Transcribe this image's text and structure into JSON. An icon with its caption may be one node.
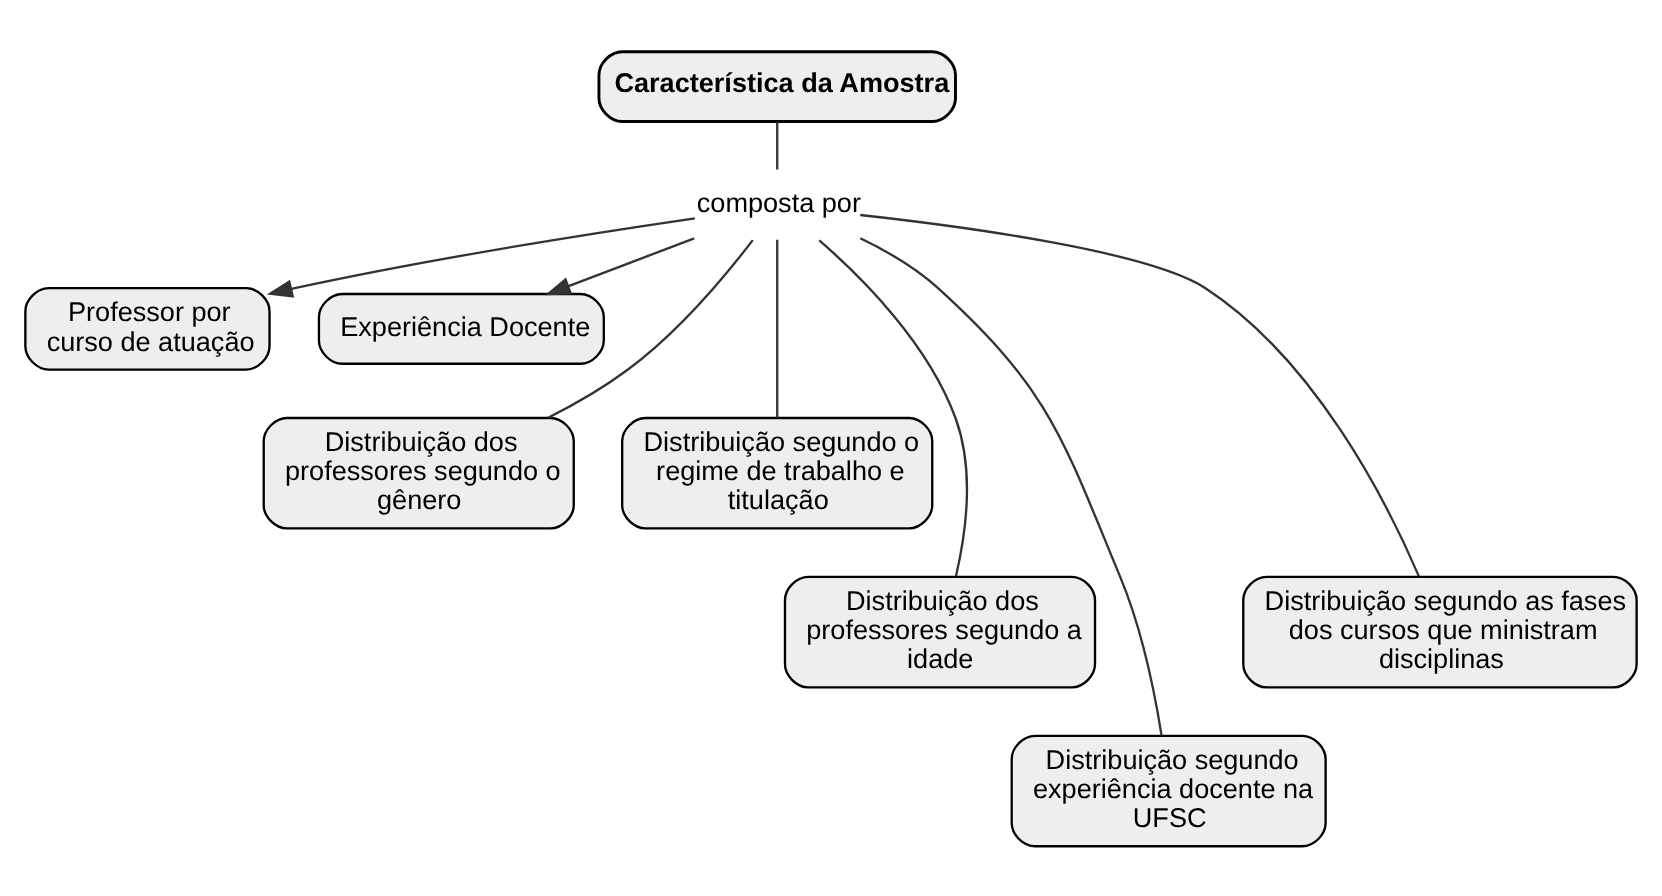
{
  "diagram": {
    "nodes": [
      {
        "text": [
          "Característica da Amostra"
        ]
      },
      {
        "text": [
          "composta por"
        ]
      },
      {
        "text": [
          "Professor por curso de atuação"
        ]
      },
      {
        "text": [
          "Experiência Docente"
        ]
      },
      {
        "text": [
          "Distribuição dos professores segundo o gênero"
        ]
      },
      {
        "text": [
          "Distribuição segundo o regime de trabalho e titulação"
        ]
      },
      {
        "text": [
          "Distribuição dos professores segundo a idade"
        ]
      },
      {
        "text": [
          "Distribuição segundo experiência docente na UFSC"
        ]
      },
      {
        "text": [
          "Distribuição segundo as fases dos cursos que ministram disciplinas"
        ]
      }
    ],
    "edges": [
      {
        "from": 0,
        "to": 1,
        "arrow": "none"
      },
      {
        "from": 1,
        "to": 2,
        "arrow": "to"
      },
      {
        "from": 1,
        "to": 3,
        "arrow": "to"
      },
      {
        "from": 1,
        "to": 4,
        "arrow": "none"
      },
      {
        "from": 1,
        "to": 5,
        "arrow": "none"
      },
      {
        "from": 1,
        "to": 6,
        "arrow": "none"
      },
      {
        "from": 1,
        "to": 7,
        "arrow": "none"
      },
      {
        "from": 1,
        "to": 8,
        "arrow": "none"
      }
    ]
  }
}
